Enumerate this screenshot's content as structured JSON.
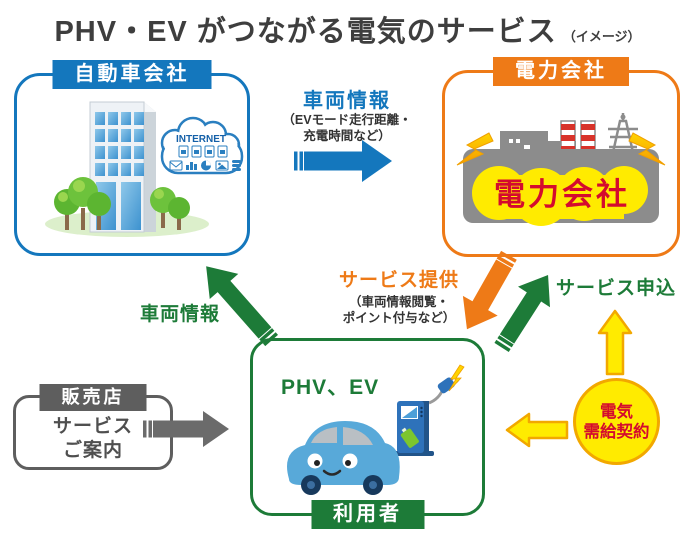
{
  "title": {
    "main": "PHV・EV がつながる電気のサービス",
    "annotation": "（イメージ）"
  },
  "nodes": {
    "auto_company": {
      "label": "自動車会社",
      "cloud_label": "INTERNET"
    },
    "power_company": {
      "label": "電力会社",
      "sign_text": "電力会社"
    },
    "user": {
      "label": "利用者",
      "caption": "PHV、EV"
    },
    "dealer": {
      "label": "販売店",
      "text_line1": "サービス",
      "text_line2": "ご案内"
    }
  },
  "flows": {
    "vehicle_info_to_power": {
      "label": "車両情報",
      "note_line1": "（EVモード走行距離・",
      "note_line2": "充電時間など）"
    },
    "vehicle_info_to_auto": {
      "label": "車両情報"
    },
    "service_provision": {
      "label": "サービス提供",
      "note_line1": "（車両情報閲覧・",
      "note_line2": "ポイント付与など）"
    },
    "service_application": {
      "label": "サービス申込"
    },
    "electricity_contract": {
      "line1": "電気",
      "line2": "需給契約"
    }
  },
  "colors": {
    "blue": "#1477bd",
    "orange": "#ee7a17",
    "green": "#1d7b38",
    "gray": "#5e5e5e",
    "yellow": "#ffeb00",
    "yellow-border": "#f2a800",
    "red": "#d40b2e",
    "title": "#3e3e3e",
    "note": "#333333",
    "car-blue": "#58a9d9",
    "ground-green": "#dcefcb"
  },
  "icons": {
    "internet-cloud-icon": "☁",
    "lightning-icon": "⚡",
    "office-building-icon": "🏢",
    "tree-icon": "🌳",
    "power-plant-icon": "🏭",
    "transmission-tower-icon": "🗼",
    "car-icon": "🚗",
    "charging-station-icon": "⛽",
    "plug-icon": "🔌",
    "doc-file-icon": "🗎",
    "xls-file-icon": "🗎",
    "ppt-file-icon": "🗎",
    "pdf-file-icon": "🗎",
    "mail-icon": "✉",
    "bar-chart-icon": "▮▮▮",
    "pie-chart-icon": "◔",
    "image-icon": "🖼",
    "database-icon": "🛢"
  }
}
